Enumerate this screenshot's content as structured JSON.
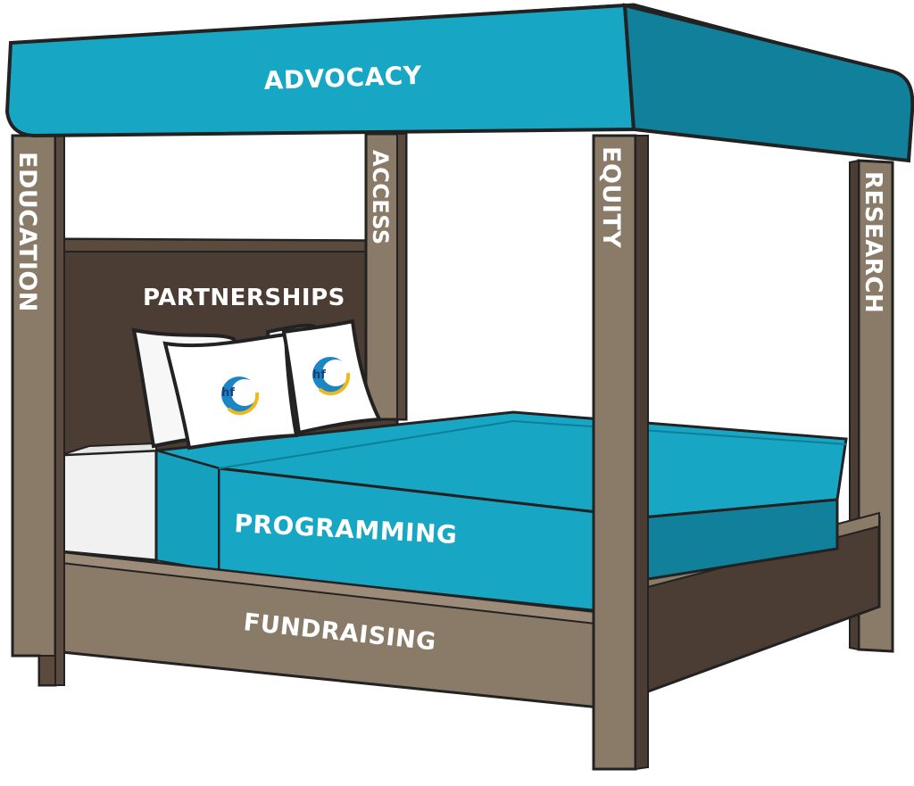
{
  "labels": {
    "canopy": "ADVOCACY",
    "post_front_left": "EDUCATION",
    "post_back_left": "ACCESS",
    "post_front_right": "EQUITY",
    "post_back_right": "RESEARCH",
    "headboard": "PARTNERSHIPS",
    "mattress": "PROGRAMMING",
    "footboard": "FUNDRAISING"
  },
  "pillows": [
    {
      "logo_text": "hf"
    },
    {
      "logo_text": "hf"
    }
  ],
  "colors": {
    "teal": "#17a6c4",
    "teal_dark": "#11809b",
    "wood": "#8a7a68",
    "wood_dark": "#4b3d33",
    "outline": "#222222",
    "sheet": "#f1f1f1",
    "logo_blue": "#1b86c6",
    "logo_gold": "#f2b81a",
    "logo_navy": "#1b3c7a"
  }
}
